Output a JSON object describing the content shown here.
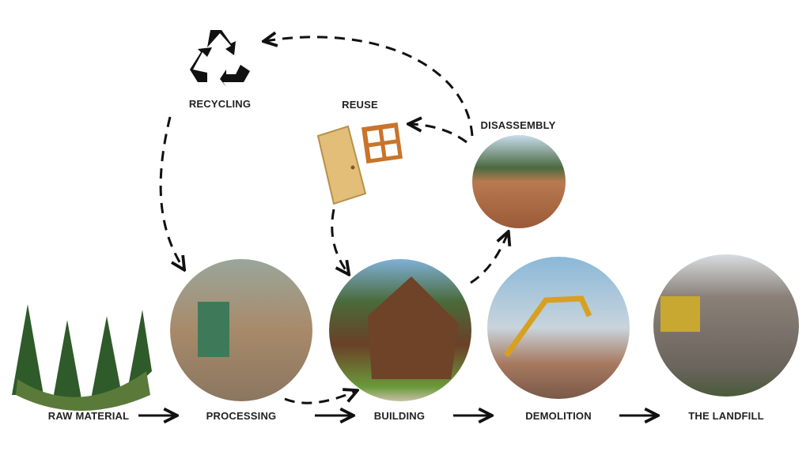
{
  "stages": [
    {
      "id": "raw-material",
      "label": "RAW MATERIAL"
    },
    {
      "id": "processing",
      "label": "PROCESSING"
    },
    {
      "id": "building",
      "label": "BUILDING"
    },
    {
      "id": "demolition",
      "label": "DEMOLITION"
    },
    {
      "id": "landfill",
      "label": "THE LANDFILL"
    }
  ],
  "loops": {
    "recycling": "RECYCLING",
    "reuse": "REUSE",
    "disassembly": "DISASSEMBLY"
  },
  "icons": {
    "recycling": "recycle-icon",
    "reuse": "door-window-icon"
  }
}
